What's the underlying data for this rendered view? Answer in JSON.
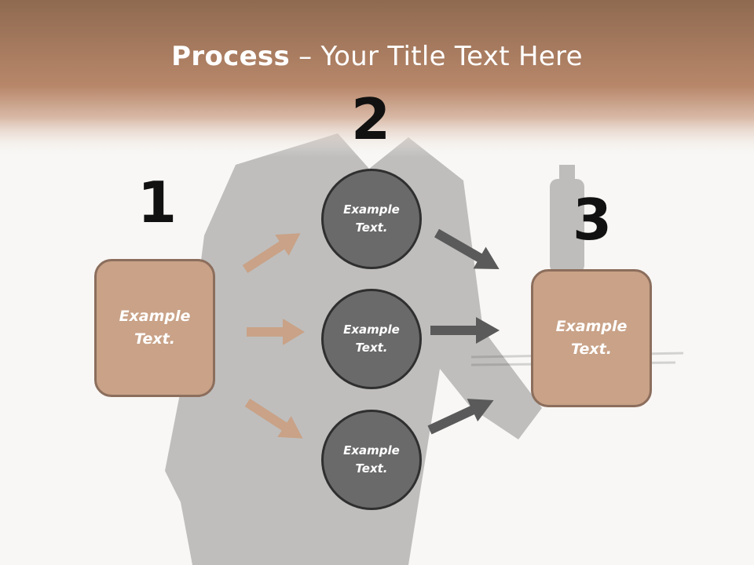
{
  "slide": {
    "title_bold": "Process",
    "title_rest": " – Your Title Text Here"
  },
  "steps": {
    "step1": {
      "number": "1",
      "box_text": "Example\nText."
    },
    "step2": {
      "number": "2",
      "circles": [
        "Example\nText.",
        "Example\nText.",
        "Example\nText."
      ]
    },
    "step3": {
      "number": "3",
      "box_text": "Example\nText."
    }
  },
  "colors": {
    "header_band": "#a9775a",
    "box_fill": "#c9a287",
    "box_border": "#8c6e5d",
    "circle_fill": "#6a6a6a",
    "left_arrow": "#c9a287",
    "right_arrow": "#5a5a5a"
  }
}
